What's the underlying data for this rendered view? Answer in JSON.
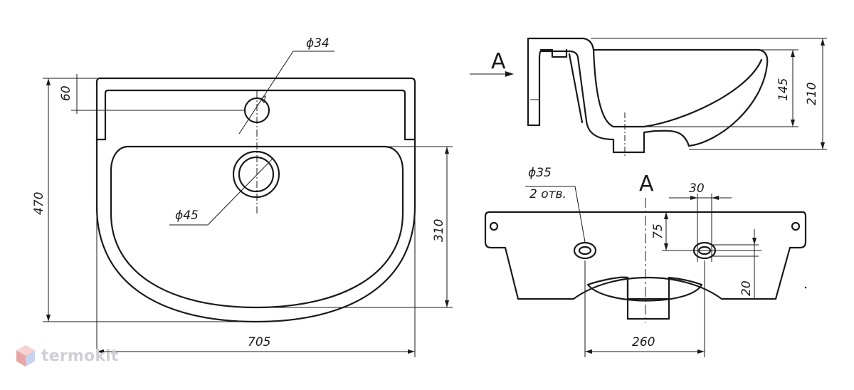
{
  "labels": {
    "d34": "ϕ34",
    "d45": "ϕ45",
    "d35": "ϕ35",
    "holes": "2 отв.",
    "h60": "60",
    "h470": "470",
    "h310": "310",
    "w705": "705",
    "h145": "145",
    "h210": "210",
    "w30": "30",
    "h75": "75",
    "h20": "20",
    "w260": "260",
    "viewA_arrow": "A",
    "viewA_title": "A"
  },
  "watermark": {
    "text": "termokit",
    "color": "#cfcfd6"
  }
}
